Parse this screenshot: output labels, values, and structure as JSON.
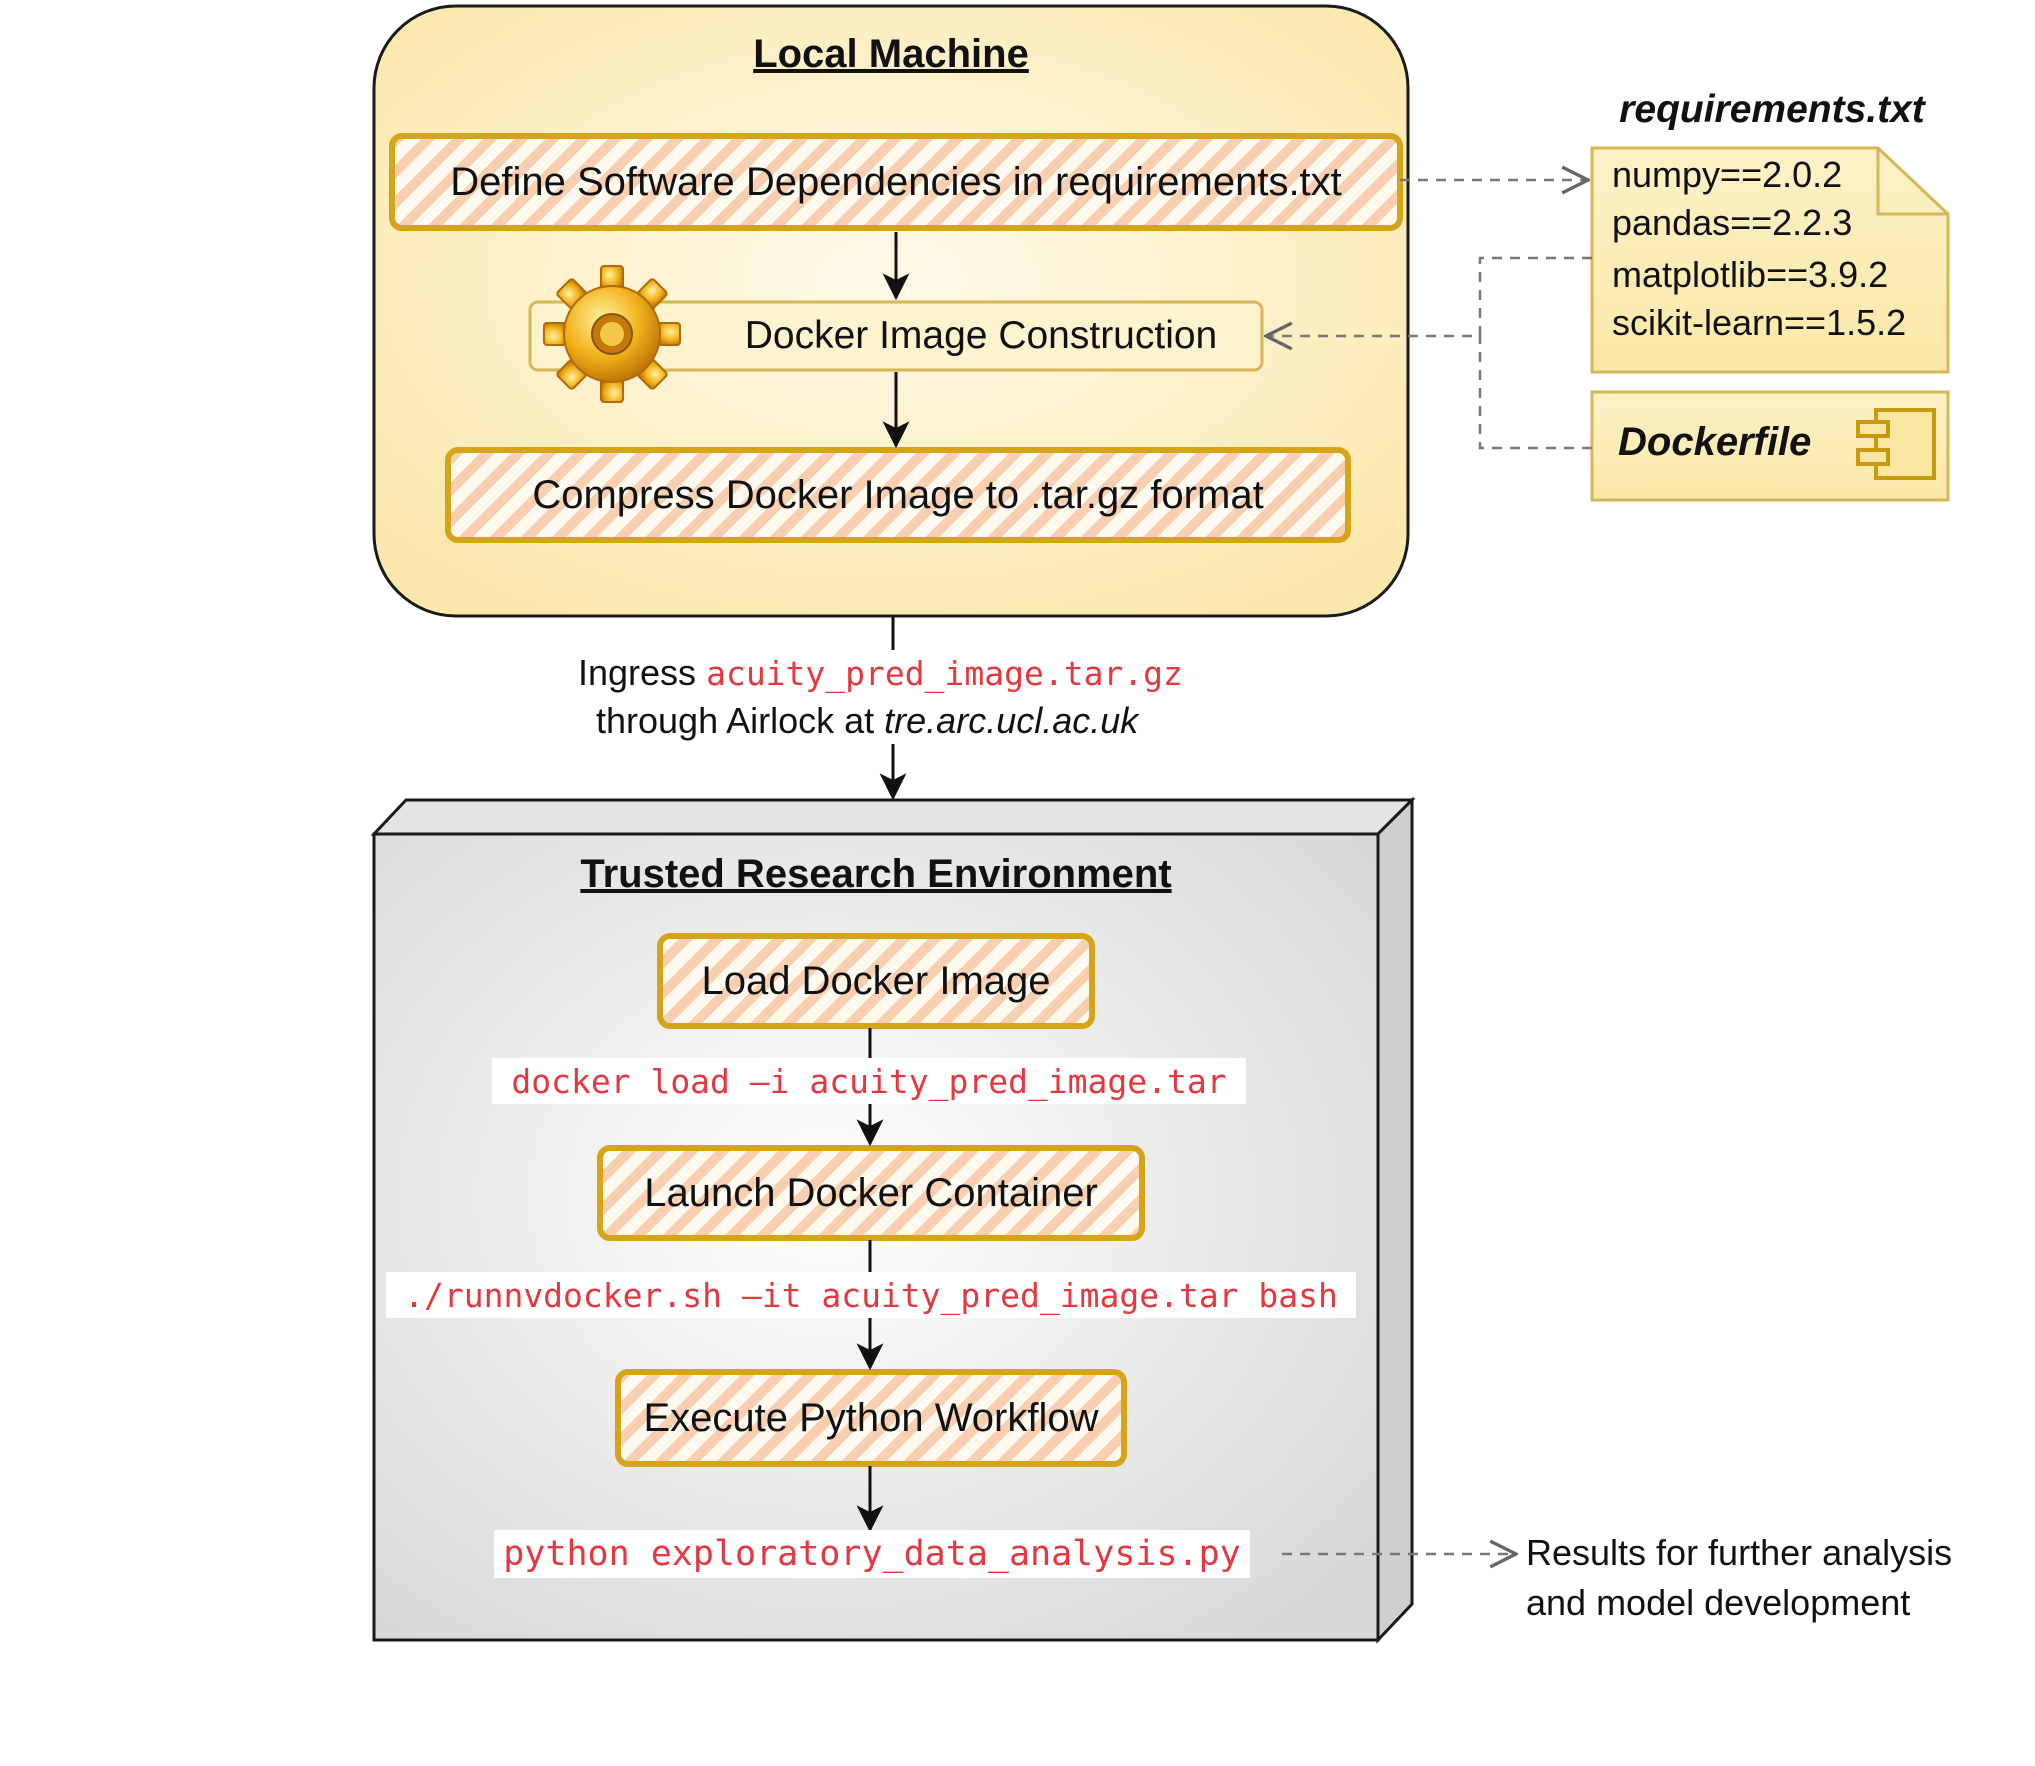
{
  "local_machine": {
    "title": "Local Machine",
    "step_define": "Define Software Dependencies in requirements.txt",
    "step_build": "Docker Image Construction",
    "step_compress": "Compress Docker Image to .tar.gz format"
  },
  "requirements": {
    "title": "requirements.txt",
    "packages": [
      "numpy==2.0.2",
      "pandas==2.2.3",
      "matplotlib==3.9.2",
      "scikit-learn==1.5.2"
    ]
  },
  "dockerfile": {
    "label": "Dockerfile"
  },
  "ingress": {
    "prefix": "Ingress",
    "file": "acuity_pred_image.tar.gz",
    "line2_prefix": "through Airlock at",
    "host": "tre.arc.ucl.ac.uk"
  },
  "tre": {
    "title": "Trusted Research Environment",
    "step_load": "Load Docker Image",
    "cmd_load": "docker load –i acuity_pred_image.tar",
    "step_launch": "Launch Docker Container",
    "cmd_launch": "./runnvdocker.sh –it acuity_pred_image.tar bash",
    "step_execute": "Execute Python Workflow",
    "cmd_execute": "python exploratory_data_analysis.py"
  },
  "results": {
    "line1": "Results for further analysis",
    "line2": "and model development"
  },
  "colors": {
    "local_fill": "#fdf0c4",
    "local_stroke": "#1a1a1a",
    "step_stroke": "#d6a419",
    "hatch": "#f8c9a8",
    "note_fill": "#fcecb5",
    "note_stroke": "#d6b656",
    "tre_fill": "#e3e3e3",
    "code_red": "#e5373f"
  }
}
